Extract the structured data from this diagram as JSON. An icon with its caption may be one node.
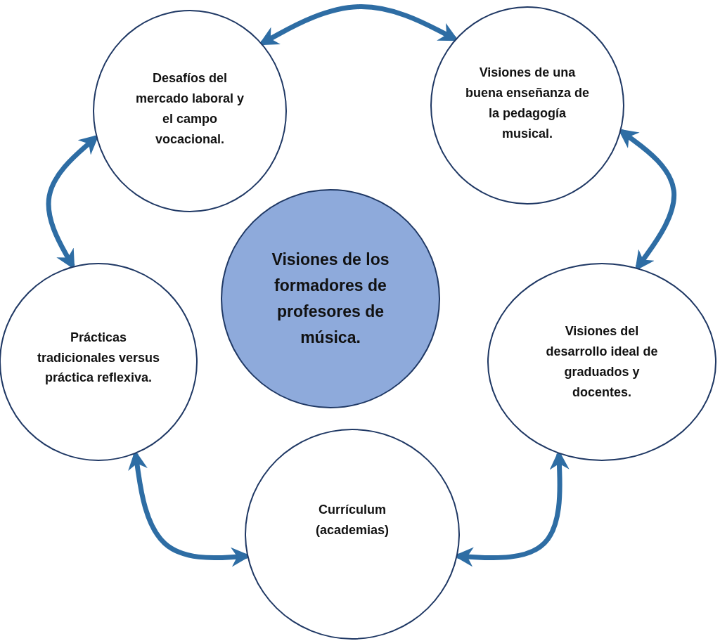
{
  "diagram": {
    "nodes": [
      {
        "text": [
          "Desafíos del mercado laboral y el campo vocacional."
        ]
      },
      {
        "text": [
          "Visiones de una buena enseñanza de la pedagogía musical."
        ]
      },
      {
        "text": [
          "Visiones de los formadores de profesores de música."
        ]
      },
      {
        "text": [
          "Prácticas tradicionales versus práctica reflexiva."
        ]
      },
      {
        "text": [
          "Visiones del desarrollo ideal de graduados y docentes."
        ]
      },
      {
        "text": [
          "Currículum (academias)"
        ]
      }
    ],
    "edges": [
      {
        "from": 0,
        "to": 1,
        "arrow": "both"
      },
      {
        "from": 1,
        "to": 4,
        "arrow": "both"
      },
      {
        "from": 4,
        "to": 5,
        "arrow": "both"
      },
      {
        "from": 5,
        "to": 3,
        "arrow": "both"
      },
      {
        "from": 3,
        "to": 0,
        "arrow": "both"
      }
    ]
  }
}
